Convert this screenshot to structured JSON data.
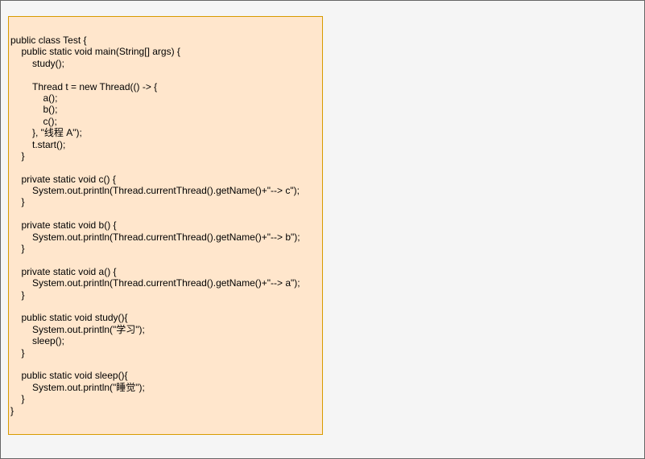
{
  "code_lines": [
    {
      "indent": 0,
      "text": "public class Test {"
    },
    {
      "indent": 1,
      "text": "public static void main(String[] args) {"
    },
    {
      "indent": 2,
      "text": "study();"
    },
    {
      "indent": 0,
      "text": ""
    },
    {
      "indent": 2,
      "text": "Thread t = new Thread(() -> {"
    },
    {
      "indent": 3,
      "text": "a();"
    },
    {
      "indent": 3,
      "text": "b();"
    },
    {
      "indent": 3,
      "text": "c();"
    },
    {
      "indent": 2,
      "text": "}, \"线程 A\");"
    },
    {
      "indent": 2,
      "text": "t.start();"
    },
    {
      "indent": 1,
      "text": "}"
    },
    {
      "indent": 0,
      "text": ""
    },
    {
      "indent": 1,
      "text": "private static void c() {"
    },
    {
      "indent": 2,
      "text": "System.out.println(Thread.currentThread().getName()+\"--> c\");"
    },
    {
      "indent": 1,
      "text": "}"
    },
    {
      "indent": 0,
      "text": ""
    },
    {
      "indent": 1,
      "text": "private static void b() {"
    },
    {
      "indent": 2,
      "text": "System.out.println(Thread.currentThread().getName()+\"--> b\");"
    },
    {
      "indent": 1,
      "text": "}"
    },
    {
      "indent": 0,
      "text": ""
    },
    {
      "indent": 1,
      "text": "private static void a() {"
    },
    {
      "indent": 2,
      "text": "System.out.println(Thread.currentThread().getName()+\"--> a\");"
    },
    {
      "indent": 1,
      "text": "}"
    },
    {
      "indent": 0,
      "text": ""
    },
    {
      "indent": 1,
      "text": "public static void study(){"
    },
    {
      "indent": 2,
      "text": "System.out.println(\"学习\");"
    },
    {
      "indent": 2,
      "text": "sleep();"
    },
    {
      "indent": 1,
      "text": "}"
    },
    {
      "indent": 0,
      "text": ""
    },
    {
      "indent": 1,
      "text": "public static void sleep(){"
    },
    {
      "indent": 2,
      "text": "System.out.println(\"睡觉\");"
    },
    {
      "indent": 1,
      "text": "}"
    },
    {
      "indent": 0,
      "text": "}"
    }
  ]
}
